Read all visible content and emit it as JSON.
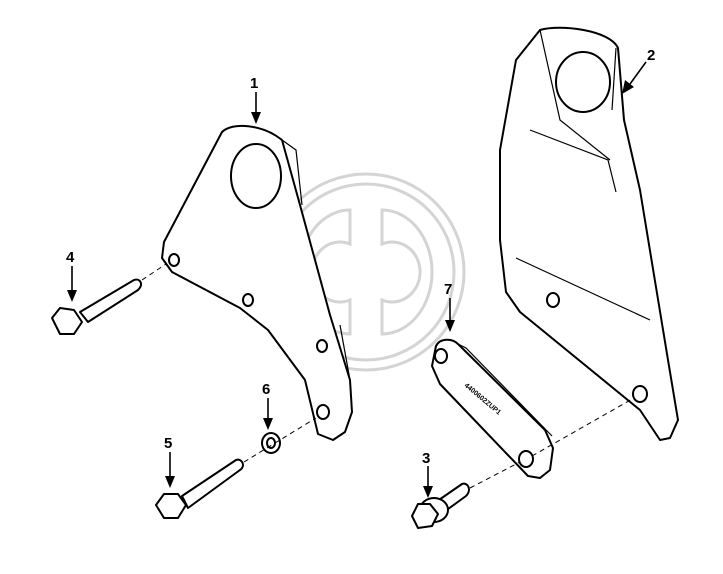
{
  "callouts": {
    "c1": "1",
    "c2": "2",
    "c3": "3",
    "c4": "4",
    "c5": "5",
    "c6": "6",
    "c7": "7"
  },
  "plate_stamp": "4400602ZUP1",
  "colors": {
    "line": "#000000",
    "fill": "#ffffff",
    "watermark": "#b8b8b8"
  },
  "icons": {
    "watermark": "gd-logo-watermark-icon"
  }
}
